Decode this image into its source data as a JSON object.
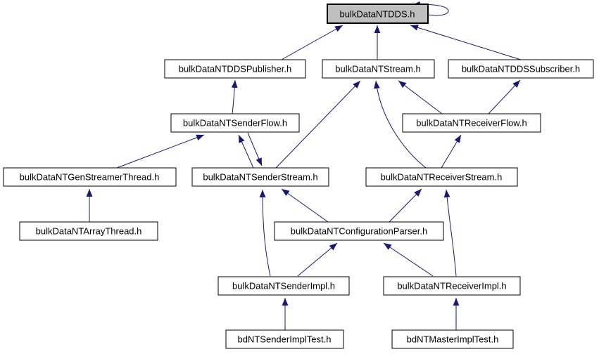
{
  "diagram": {
    "type": "include-dependency-graph",
    "root": "bulkDataNTDDS.h"
  },
  "colors": {
    "edge": "#191970",
    "node_border": "#000000",
    "node_fill": "#ffffff",
    "selected_fill": "#bfbfbf",
    "background": "#ffffff"
  },
  "nodes": {
    "dds": {
      "label": "bulkDataNTDDS.h",
      "selected": true
    },
    "publisher": {
      "label": "bulkDataNTDDSPublisher.h"
    },
    "stream": {
      "label": "bulkDataNTStream.h"
    },
    "subscriber": {
      "label": "bulkDataNTDDSSubscriber.h"
    },
    "senderflow": {
      "label": "bulkDataNTSenderFlow.h"
    },
    "receiverflow": {
      "label": "bulkDataNTReceiverFlow.h"
    },
    "genstreamerthread": {
      "label": "bulkDataNTGenStreamerThread.h"
    },
    "senderstream": {
      "label": "bulkDataNTSenderStream.h"
    },
    "receiverstream": {
      "label": "bulkDataNTReceiverStream.h"
    },
    "arraythread": {
      "label": "bulkDataNTArrayThread.h"
    },
    "configparser": {
      "label": "bulkDataNTConfigurationParser.h"
    },
    "senderimpl": {
      "label": "bulkDataNTSenderImpl.h"
    },
    "receiverimpl": {
      "label": "bulkDataNTReceiverImpl.h"
    },
    "senderimpltest": {
      "label": "bdNTSenderImplTest.h"
    },
    "masterimpltest": {
      "label": "bdNTMasterImplTest.h"
    }
  },
  "edges": [
    {
      "from": "bulkDataNTDDS.h",
      "to": "bulkDataNTDDS.h"
    },
    {
      "from": "bulkDataNTDDSPublisher.h",
      "to": "bulkDataNTDDS.h"
    },
    {
      "from": "bulkDataNTStream.h",
      "to": "bulkDataNTDDS.h"
    },
    {
      "from": "bulkDataNTDDSSubscriber.h",
      "to": "bulkDataNTDDS.h"
    },
    {
      "from": "bulkDataNTSenderFlow.h",
      "to": "bulkDataNTDDSPublisher.h"
    },
    {
      "from": "bulkDataNTGenStreamerThread.h",
      "to": "bulkDataNTSenderFlow.h"
    },
    {
      "from": "bulkDataNTSenderStream.h",
      "to": "bulkDataNTSenderFlow.h"
    },
    {
      "from": "bulkDataNTSenderFlow.h",
      "to": "bulkDataNTSenderStream.h"
    },
    {
      "from": "bulkDataNTSenderStream.h",
      "to": "bulkDataNTStream.h"
    },
    {
      "from": "bulkDataNTReceiverStream.h",
      "to": "bulkDataNTStream.h"
    },
    {
      "from": "bulkDataNTReceiverFlow.h",
      "to": "bulkDataNTStream.h"
    },
    {
      "from": "bulkDataNTReceiverFlow.h",
      "to": "bulkDataNTDDSSubscriber.h"
    },
    {
      "from": "bulkDataNTReceiverStream.h",
      "to": "bulkDataNTReceiverFlow.h"
    },
    {
      "from": "bulkDataNTArrayThread.h",
      "to": "bulkDataNTGenStreamerThread.h"
    },
    {
      "from": "bulkDataNTConfigurationParser.h",
      "to": "bulkDataNTSenderStream.h"
    },
    {
      "from": "bulkDataNTConfigurationParser.h",
      "to": "bulkDataNTReceiverStream.h"
    },
    {
      "from": "bulkDataNTSenderImpl.h",
      "to": "bulkDataNTSenderStream.h"
    },
    {
      "from": "bulkDataNTSenderImpl.h",
      "to": "bulkDataNTConfigurationParser.h"
    },
    {
      "from": "bulkDataNTReceiverImpl.h",
      "to": "bulkDataNTConfigurationParser.h"
    },
    {
      "from": "bulkDataNTReceiverImpl.h",
      "to": "bulkDataNTReceiverStream.h"
    },
    {
      "from": "bdNTSenderImplTest.h",
      "to": "bulkDataNTSenderImpl.h"
    },
    {
      "from": "bdNTMasterImplTest.h",
      "to": "bulkDataNTReceiverImpl.h"
    }
  ]
}
